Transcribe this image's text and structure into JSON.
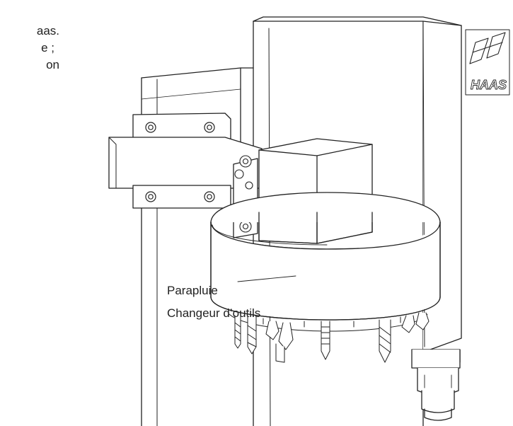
{
  "intro_fragments": [
    "aas.",
    "e ;",
    "on"
  ],
  "labels": {
    "umbrella": "Parapluie",
    "tool_changer": "Changeur d’outils"
  },
  "logo_text": "HAAS",
  "colors": {
    "line": "#222222",
    "background": "#ffffff"
  }
}
